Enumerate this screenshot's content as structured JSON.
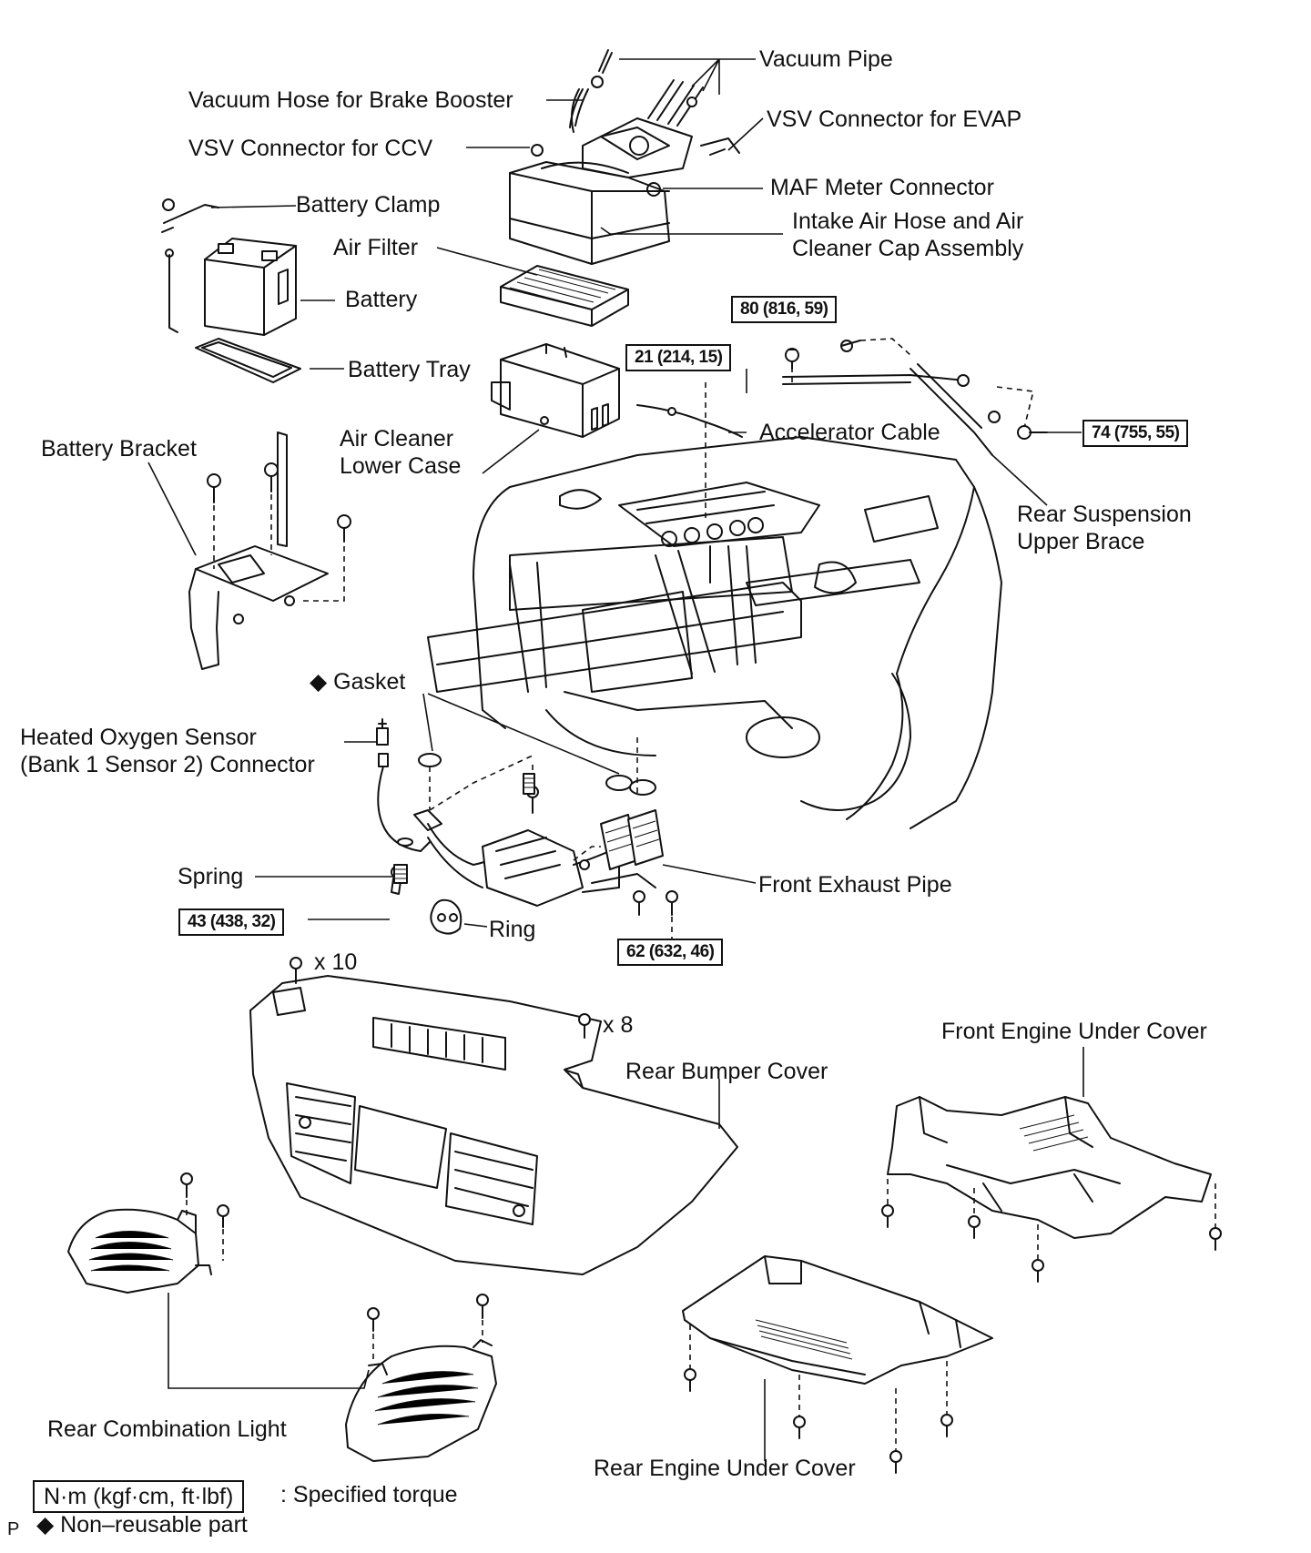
{
  "labels": {
    "vacuum_pipe": "Vacuum Pipe",
    "vacuum_hose": "Vacuum Hose for Brake Booster",
    "vsv_evap": "VSV Connector for EVAP",
    "vsv_ccv": "VSV Connector for CCV",
    "maf": "MAF Meter Connector",
    "battery_clamp": "Battery Clamp",
    "intake_air_hose": "Intake Air Hose and Air\nCleaner Cap Assembly",
    "air_filter": "Air Filter",
    "battery": "Battery",
    "battery_tray": "Battery Tray",
    "accelerator_cable": "Accelerator Cable",
    "air_cleaner_lower_case": "Air Cleaner\nLower Case",
    "battery_bracket": "Battery Bracket",
    "rear_suspension_upper_brace": "Rear Suspension\nUpper Brace",
    "gasket": "◆ Gasket",
    "heated_o2_sensor": "Heated Oxygen Sensor\n(Bank 1 Sensor 2) Connector",
    "spring": "Spring",
    "front_exhaust_pipe": "Front Exhaust Pipe",
    "ring": "Ring",
    "x10": "x 10",
    "x8": "x 8",
    "front_engine_under_cover": "Front Engine Under Cover",
    "rear_bumper_cover": "Rear Bumper Cover",
    "rear_combination_light": "Rear Combination Light",
    "rear_engine_under_cover": "Rear Engine Under Cover"
  },
  "torques": {
    "t80": "80 (816, 59)",
    "t21": "21 (214, 15)",
    "t74": "74 (755, 55)",
    "t43": "43 (438, 32)",
    "t62": "62 (632, 46)"
  },
  "legend": {
    "torque_box": "N·m (kgf·cm, ft·lbf)",
    "torque_text": ": Specified torque",
    "prefix": "P",
    "nonreusable": "◆ Non–reusable part"
  }
}
